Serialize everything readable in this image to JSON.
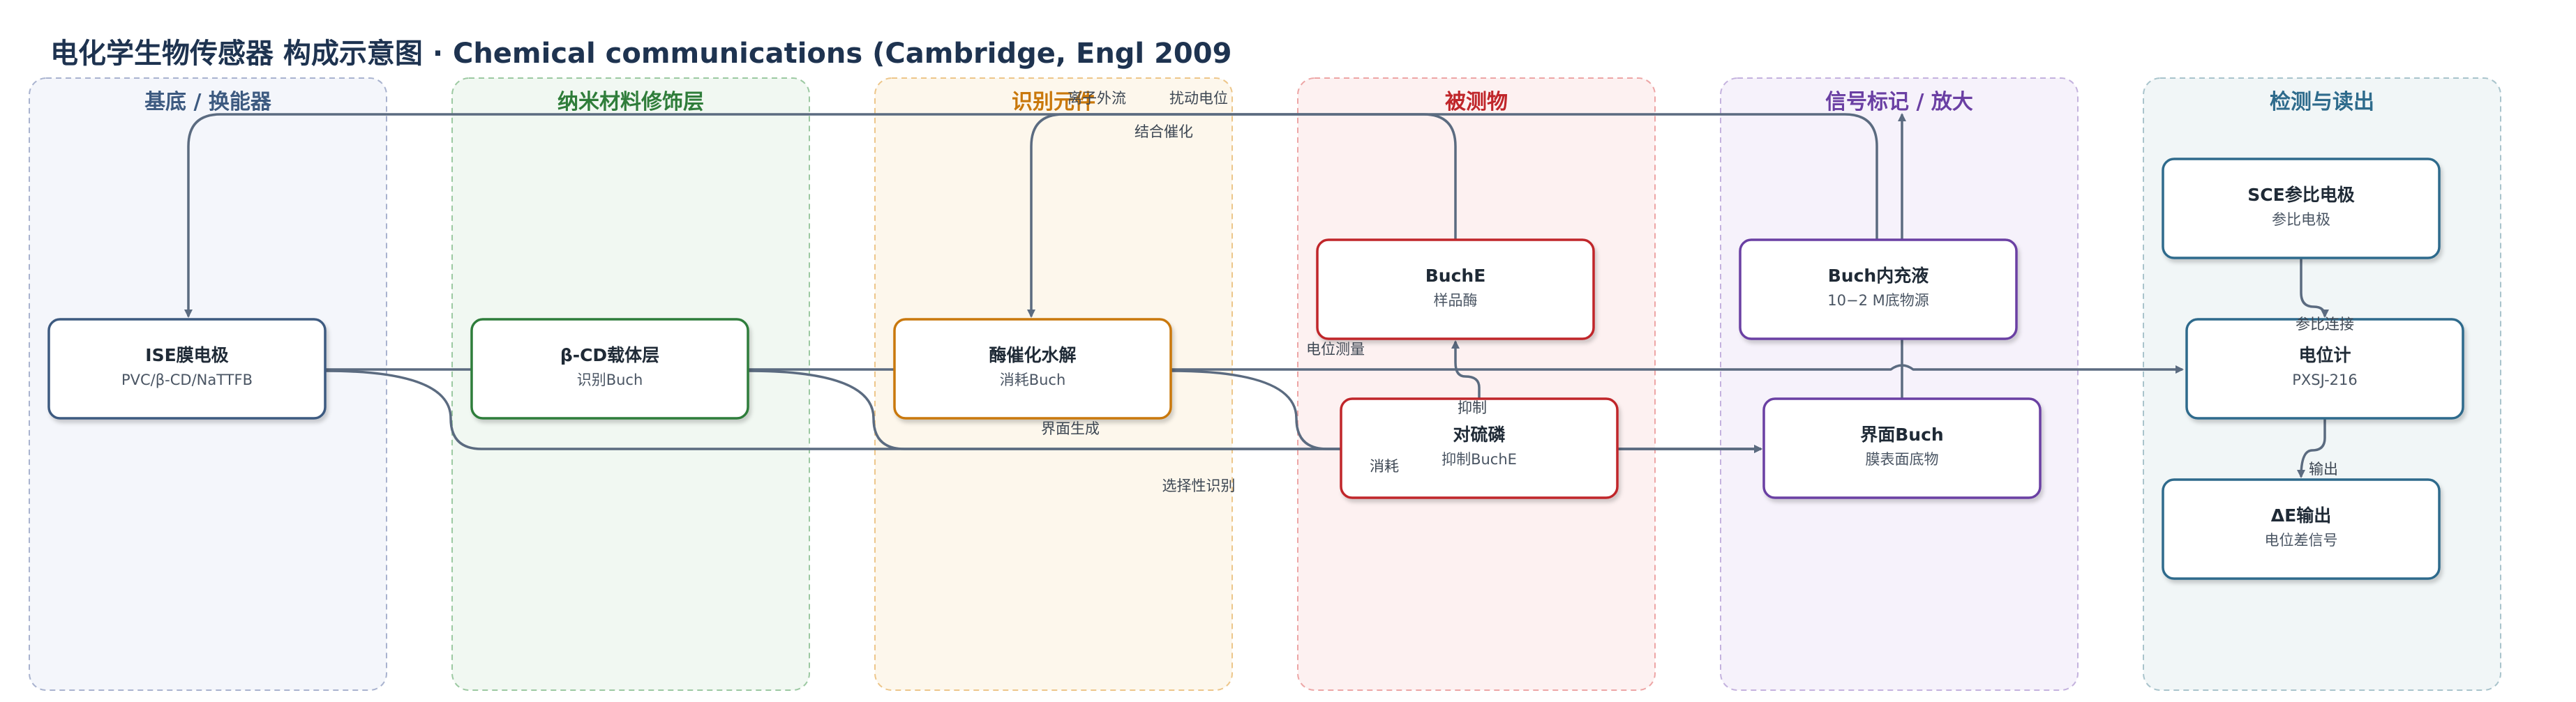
{
  "title": "电化学生物传感器 构成示意图 · Chemical communications (Cambridge, Engl 2009",
  "lanes": [
    {
      "id": "substrate",
      "label": "基底 / 换能器",
      "color": "#3d5a80",
      "fill": "#f4f6fb",
      "stroke": "#a9b3cf"
    },
    {
      "id": "nano",
      "label": "纳米材料修饰层",
      "color": "#2f7d3a",
      "fill": "#f1f8f2",
      "stroke": "#9cc9a2"
    },
    {
      "id": "recog",
      "label": "识别元件",
      "color": "#c9780b",
      "fill": "#fdf7ec",
      "stroke": "#edc68a"
    },
    {
      "id": "analyte",
      "label": "被测物",
      "color": "#c0262a",
      "fill": "#fdf1f1",
      "stroke": "#eda6a6"
    },
    {
      "id": "signal",
      "label": "信号标记 / 放大",
      "color": "#6a3fa3",
      "fill": "#f6f2fb",
      "stroke": "#c4b2de"
    },
    {
      "id": "readout",
      "label": "检测与读出",
      "color": "#2e6b8c",
      "fill": "#f1f6f7",
      "stroke": "#a9c4cc"
    }
  ],
  "nodes": [
    {
      "id": "ise",
      "lane": "substrate",
      "title": "ISE膜电极",
      "subtitle": "PVC/β-CD/NaTTFB"
    },
    {
      "id": "bcd",
      "lane": "nano",
      "title": "β-CD载体层",
      "subtitle": "识别Buch"
    },
    {
      "id": "enzyme",
      "lane": "recog",
      "title": "酶催化水解",
      "subtitle": "消耗Buch"
    },
    {
      "id": "buche",
      "lane": "analyte",
      "title": "BuchE",
      "subtitle": "样品酶"
    },
    {
      "id": "op",
      "lane": "analyte",
      "title": "对硫磷",
      "subtitle": "抑制BuchE"
    },
    {
      "id": "inner",
      "lane": "signal",
      "title": "Buch内充液",
      "subtitle": "10−2 M底物源"
    },
    {
      "id": "iface",
      "lane": "signal",
      "title": "界面Buch",
      "subtitle": "膜表面底物"
    },
    {
      "id": "sce",
      "lane": "readout",
      "title": "SCE参比电极",
      "subtitle": "参比电极"
    },
    {
      "id": "meter",
      "lane": "readout",
      "title": "电位计",
      "subtitle": "PXSJ-216"
    },
    {
      "id": "out",
      "lane": "readout",
      "title": "ΔE输出",
      "subtitle": "电位差信号"
    }
  ],
  "edges": [
    {
      "id": "inner-ise",
      "from": "inner",
      "to": "ise",
      "label": "离子外流"
    },
    {
      "id": "buche-enzyme",
      "from": "buche",
      "to": "enzyme",
      "label": "结合催化"
    },
    {
      "id": "iface-enzyme",
      "from": "iface",
      "to": "enzyme",
      "label": "扰动电位"
    },
    {
      "id": "op-buche",
      "from": "op",
      "to": "buche",
      "label": "抑制"
    },
    {
      "id": "ise-meter",
      "from": "ise",
      "to": "meter",
      "label": "电位测量"
    },
    {
      "id": "bcd-iface",
      "from": "bcd",
      "to": "iface",
      "label": "选择性识别"
    },
    {
      "id": "enzyme-iface",
      "from": "enzyme",
      "to": "iface",
      "label": "消耗"
    },
    {
      "id": "sce-meter",
      "from": "sce",
      "to": "meter",
      "label": "参比连接"
    },
    {
      "id": "meter-out",
      "from": "meter",
      "to": "out",
      "label": "输出"
    },
    {
      "id": "iface-gen",
      "from": "enzyme",
      "to": "iface",
      "label": "界面生成"
    }
  ]
}
